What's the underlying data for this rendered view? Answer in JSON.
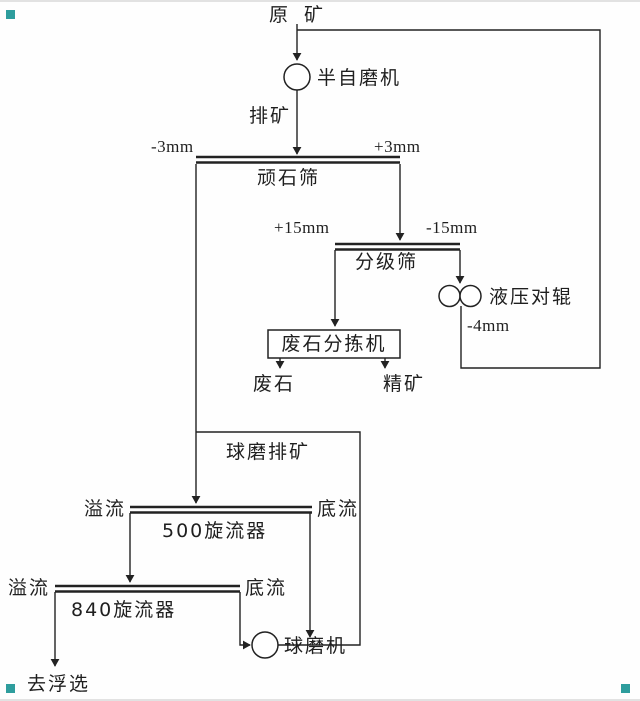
{
  "diagram": {
    "labels": {
      "raw_ore": "原 矿",
      "sag_mill": "半自磨机",
      "sag_discharge": "排矿",
      "minus_3mm": "-3mm",
      "plus_3mm": "+3mm",
      "pebble_screen": "顽石筛",
      "plus_15mm": "+15mm",
      "minus_15mm": "-15mm",
      "classifying_screen": "分级筛",
      "hydraulic_rolls": "液压对辊",
      "minus_4mm": "-4mm",
      "waste_sorter": "废石分拣机",
      "waste_rock": "废石",
      "concentrate": "精矿",
      "ball_mill_return": "球磨排矿",
      "cyclone500": "500旋流器",
      "cyclone500_overflow": "溢流",
      "cyclone500_underflow": "底流",
      "cyclone840": "840旋流器",
      "cyclone840_overflow": "溢流",
      "cyclone840_underflow": "底流",
      "ball_mill": "球磨机",
      "to_flotation": "去浮选"
    },
    "colors": {
      "line": "#222222",
      "corner_marker": "#2e9d9d",
      "background": "#fefefe"
    }
  }
}
